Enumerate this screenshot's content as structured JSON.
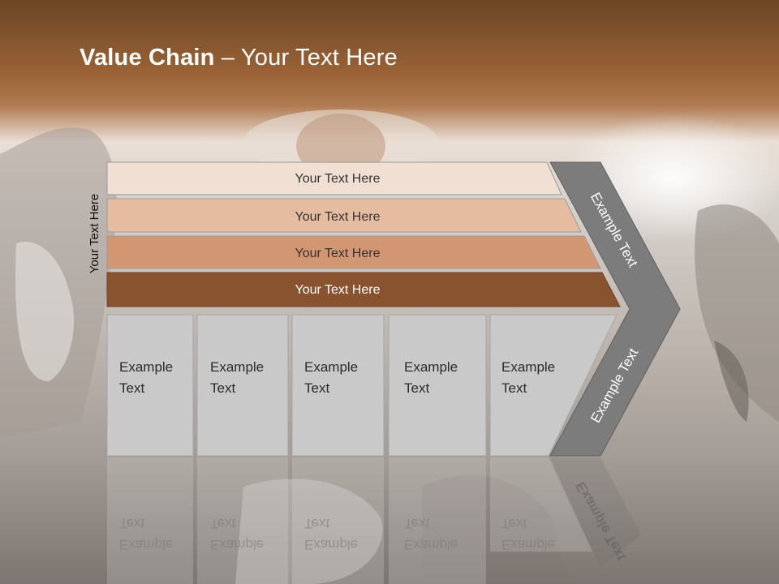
{
  "slide": {
    "title_bold": "Value Chain",
    "title_rest": " – Your Text Here"
  },
  "side_label": "Your Text Here",
  "bands": [
    {
      "label": "Your Text Here",
      "color": "#f0dfd2"
    },
    {
      "label": "Your Text Here",
      "color": "#e5bca0"
    },
    {
      "label": "Your Text Here",
      "color": "#d39672"
    },
    {
      "label": "Your Text Here",
      "color": "#8a5330"
    }
  ],
  "chevron": {
    "top_label": "Example Text",
    "bottom_label": "Example Text",
    "color": "#7c7c7c"
  },
  "boxes": [
    {
      "line1": "Example",
      "line2": "Text"
    },
    {
      "line1": "Example",
      "line2": "Text"
    },
    {
      "line1": "Example",
      "line2": "Text"
    },
    {
      "line1": "Example",
      "line2": "Text"
    },
    {
      "line1": "Example",
      "line2": "Text"
    }
  ],
  "colors": {
    "header_brown": "#8d5a33",
    "box_fill": "#c8c8c8",
    "box_border": "#a9a9a9",
    "title_text": "#ffffff"
  }
}
